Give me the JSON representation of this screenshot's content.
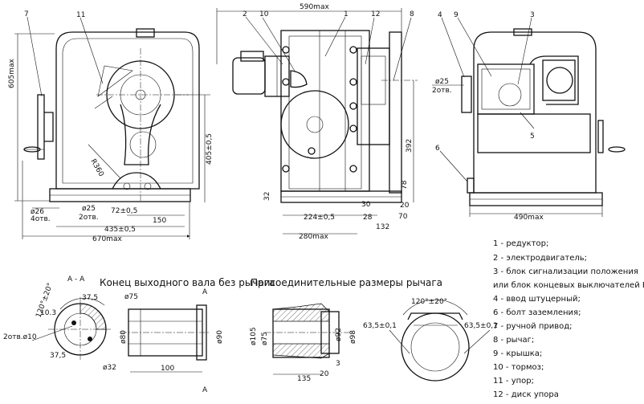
{
  "front_view": {
    "dim_605": "605max",
    "dim_405": "405±0,5",
    "dim_r360": "R360",
    "dim_d25": "ø25",
    "dim_72": "72±0,5",
    "dim_d26": "ø26",
    "dim_4otv": "4отв.",
    "dim_2otv": "2отв.",
    "dim_150": "150",
    "dim_435": "435±0,5",
    "dim_670": "670max",
    "callouts": [
      "7",
      "11"
    ]
  },
  "side_view": {
    "dim_590": "590max",
    "dim_392": "392",
    "dim_32": "32",
    "dim_30": "30",
    "dim_20": "20",
    "dim_78": "78",
    "dim_224": "224±0,5",
    "dim_28": "28",
    "dim_280": "280max",
    "dim_132": "132",
    "dim_70": "70",
    "callouts": [
      "2",
      "10",
      "1",
      "12",
      "8"
    ]
  },
  "rear_view": {
    "dim_d25": "ø25",
    "dim_2otv": "2отв.",
    "dim_490": "490max",
    "callouts": [
      "4",
      "9",
      "3",
      "5",
      "6"
    ]
  },
  "section": {
    "label": "А - А",
    "marker": "А",
    "dim_120": "120°±20°",
    "dim_103": "10.3",
    "dim_375a": "37,5",
    "dim_375b": "37,5",
    "dim_2otv10": "2отв.ø10",
    "dim_d75": "ø75",
    "dim_d80": "ø80",
    "dim_d90": "ø90",
    "dim_100": "100",
    "dim_d32": "ø32"
  },
  "captions": {
    "shaft_end": "Конец выходного вала без рычага",
    "connection": "Присоединительные размеры рычага"
  },
  "lever": {
    "dim_d105": "ø105",
    "dim_d75": "ø75",
    "dim_d92": "ø92",
    "dim_d98": "ø98",
    "dim_135": "135",
    "dim_20": "20",
    "dim_3": "3",
    "dim_120": "120°±20°",
    "dim_635a": "63,5±0,1",
    "dim_635b": "63,5±0,1"
  },
  "legend": [
    "1 - редуктор;",
    "2 - электродвигатель;",
    "3 - блок сигнализации положения",
    "или блок концевых выключателей БКВ;",
    "4 - ввод штуцерный;",
    "6 - болт заземления;",
    "7 - ручной привод;",
    "8 - рычаг;",
    "9 - крышка;",
    "10 - тормоз;",
    "11 - упор;",
    "12 - диск упора"
  ]
}
